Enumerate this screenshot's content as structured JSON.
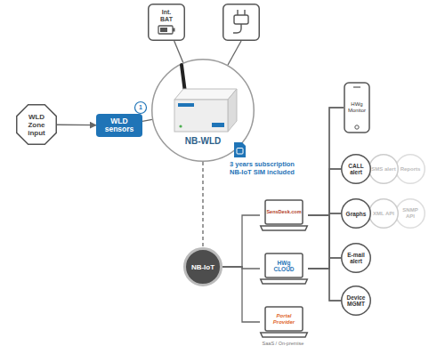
{
  "diagram": {
    "nodes": [
      {
        "text": [
          "Int. BAT"
        ]
      },
      {
        "text": [
          "WLD Zone input"
        ]
      },
      {
        "text": [
          "WLD sensors"
        ]
      },
      {
        "text": [
          "NB-WLD"
        ]
      },
      {
        "text": [
          "HWg Monitor"
        ]
      },
      {
        "text": [
          "SensDesk.com"
        ]
      },
      {
        "text": [
          "CALL alert"
        ]
      },
      {
        "text": [
          "SMS alert"
        ]
      },
      {
        "text": [
          "Reports"
        ]
      },
      {
        "text": [
          "Graphs"
        ]
      },
      {
        "text": [
          "XML API"
        ]
      },
      {
        "text": [
          "SNMP API"
        ]
      },
      {
        "text": [
          "NB-IoT"
        ]
      },
      {
        "text": [
          "HWg CLOUD"
        ]
      },
      {
        "text": [
          "E-mail alert"
        ]
      },
      {
        "text": [
          "Portal Provider"
        ]
      },
      {
        "text": [
          "Device MGMT"
        ]
      }
    ],
    "edges": [
      {
        "from": 1,
        "to": 2,
        "arrow": "to"
      },
      {
        "from": 2,
        "to": 3,
        "arrow": "none"
      },
      {
        "from": 0,
        "to": 3,
        "arrow": "none"
      },
      {
        "from": 3,
        "to": 12,
        "arrow": "none"
      },
      {
        "from": 12,
        "to": 5,
        "arrow": "none"
      },
      {
        "from": 12,
        "to": 13,
        "arrow": "none"
      },
      {
        "from": 12,
        "to": 15,
        "arrow": "none"
      },
      {
        "from": 5,
        "to": 4,
        "arrow": "none"
      },
      {
        "from": 5,
        "to": 6,
        "arrow": "none"
      },
      {
        "from": 5,
        "to": 9,
        "arrow": "none"
      },
      {
        "from": 5,
        "to": 14,
        "arrow": "none"
      },
      {
        "from": 5,
        "to": 16,
        "arrow": "none"
      },
      {
        "from": 13,
        "to": 4,
        "arrow": "none"
      },
      {
        "from": 13,
        "to": 6,
        "arrow": "none"
      },
      {
        "from": 13,
        "to": 9,
        "arrow": "none"
      },
      {
        "from": 13,
        "to": 14,
        "arrow": "none"
      },
      {
        "from": 13,
        "to": 16,
        "arrow": "none"
      }
    ],
    "labels": [
      "1",
      "3 years subscription NB-IoT SIM included",
      "SaaS / On-premise"
    ]
  }
}
